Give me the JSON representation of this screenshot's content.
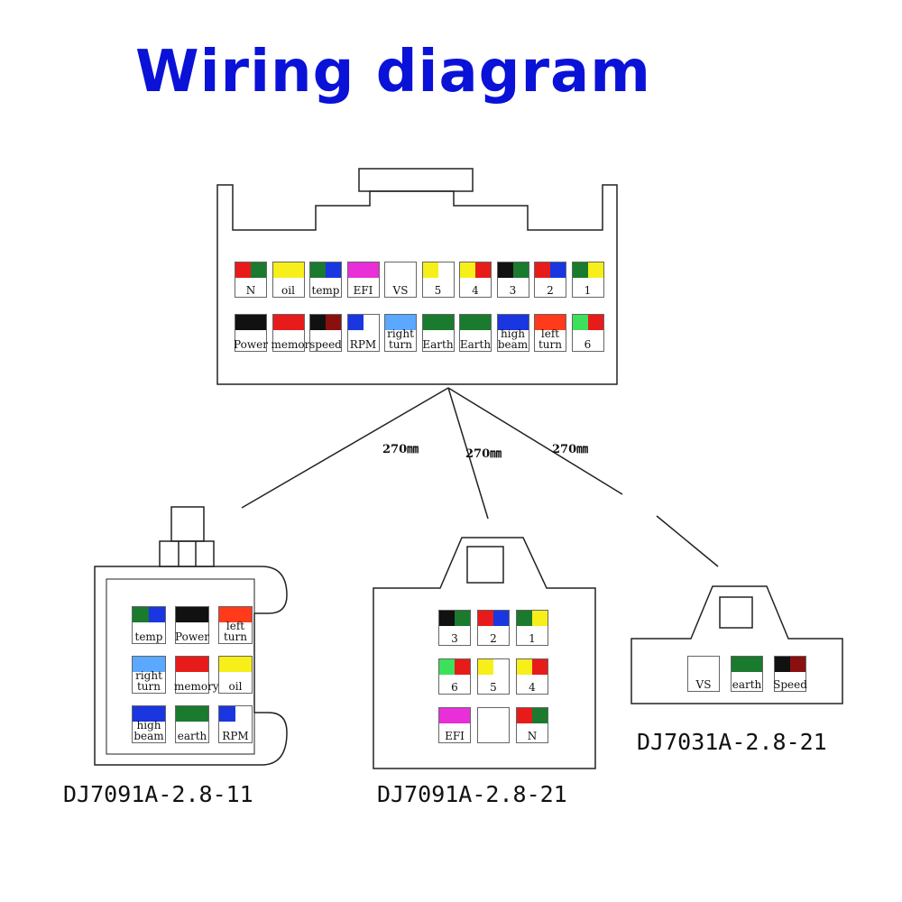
{
  "title": "Wiring diagram",
  "main_connector": {
    "pins_top": [
      {
        "label": "N",
        "colors": [
          "#e81b1b",
          "#1a7a2e"
        ]
      },
      {
        "label": "oil",
        "colors": [
          "#f7ef1a"
        ]
      },
      {
        "label": "temp",
        "colors": [
          "#1a7a2e",
          "#1a36e0"
        ]
      },
      {
        "label": "EFI",
        "colors": [
          "#e82fd8"
        ]
      },
      {
        "label": "VS",
        "colors": [
          "#ffffff"
        ]
      },
      {
        "label": "5",
        "colors": [
          "#f7ef1a",
          "#ffffff"
        ]
      },
      {
        "label": "4",
        "colors": [
          "#f7ef1a",
          "#e81b1b"
        ]
      },
      {
        "label": "3",
        "colors": [
          "#111111",
          "#1a7a2e"
        ]
      },
      {
        "label": "2",
        "colors": [
          "#e81b1b",
          "#1a36e0"
        ]
      },
      {
        "label": "1",
        "colors": [
          "#1a7a2e",
          "#f7ef1a"
        ]
      }
    ],
    "pins_bottom": [
      {
        "label": "Power",
        "colors": [
          "#111111"
        ]
      },
      {
        "label": "memory",
        "colors": [
          "#e81b1b"
        ]
      },
      {
        "label": "speed",
        "colors": [
          "#111111",
          "#8a1010"
        ]
      },
      {
        "label": "RPM",
        "colors": [
          "#1a36e0",
          "#ffffff"
        ]
      },
      {
        "label": "right\nturn",
        "colors": [
          "#5aa8ff"
        ]
      },
      {
        "label": "Earth",
        "colors": [
          "#1a7a2e"
        ]
      },
      {
        "label": "Earth",
        "colors": [
          "#1a7a2e"
        ]
      },
      {
        "label": "high\nbeam",
        "colors": [
          "#1a36e0"
        ]
      },
      {
        "label": "left\nturn",
        "colors": [
          "#ff3b1b"
        ]
      },
      {
        "label": "6",
        "colors": [
          "#3ce05a",
          "#e81b1b"
        ]
      }
    ]
  },
  "lengths": [
    "270㎜",
    "270㎜",
    "270㎜"
  ],
  "connector_11": {
    "model": "DJ7091A-2.8-11",
    "pins": [
      {
        "label": "temp",
        "colors": [
          "#1a7a2e",
          "#1a36e0"
        ]
      },
      {
        "label": "Power",
        "colors": [
          "#111111"
        ]
      },
      {
        "label": "left\nturn",
        "colors": [
          "#ff3b1b"
        ]
      },
      {
        "label": "right\nturn",
        "colors": [
          "#5aa8ff"
        ]
      },
      {
        "label": "memory",
        "colors": [
          "#e81b1b"
        ]
      },
      {
        "label": "oil",
        "colors": [
          "#f7ef1a"
        ]
      },
      {
        "label": "high\nbeam",
        "colors": [
          "#1a36e0"
        ]
      },
      {
        "label": "earth",
        "colors": [
          "#1a7a2e"
        ]
      },
      {
        "label": "RPM",
        "colors": [
          "#1a36e0",
          "#ffffff"
        ]
      }
    ]
  },
  "connector_21": {
    "model": "DJ7091A-2.8-21",
    "pins": [
      {
        "label": "3",
        "colors": [
          "#111111",
          "#1a7a2e"
        ]
      },
      {
        "label": "2",
        "colors": [
          "#e81b1b",
          "#1a36e0"
        ]
      },
      {
        "label": "1",
        "colors": [
          "#1a7a2e",
          "#f7ef1a"
        ]
      },
      {
        "label": "6",
        "colors": [
          "#3ce05a",
          "#e81b1b"
        ]
      },
      {
        "label": "5",
        "colors": [
          "#f7ef1a",
          "#ffffff"
        ]
      },
      {
        "label": "4",
        "colors": [
          "#f7ef1a",
          "#e81b1b"
        ]
      },
      {
        "label": "EFI",
        "colors": [
          "#e82fd8"
        ]
      },
      {
        "label": "",
        "colors": [
          "#ffffff"
        ]
      },
      {
        "label": "N",
        "colors": [
          "#e81b1b",
          "#1a7a2e"
        ]
      }
    ]
  },
  "connector_31": {
    "model": "DJ7031A-2.8-21",
    "pins": [
      {
        "label": "VS",
        "colors": [
          "#ffffff"
        ]
      },
      {
        "label": "earth",
        "colors": [
          "#1a7a2e"
        ]
      },
      {
        "label": "Speed",
        "colors": [
          "#111111",
          "#8a1010"
        ]
      }
    ]
  }
}
